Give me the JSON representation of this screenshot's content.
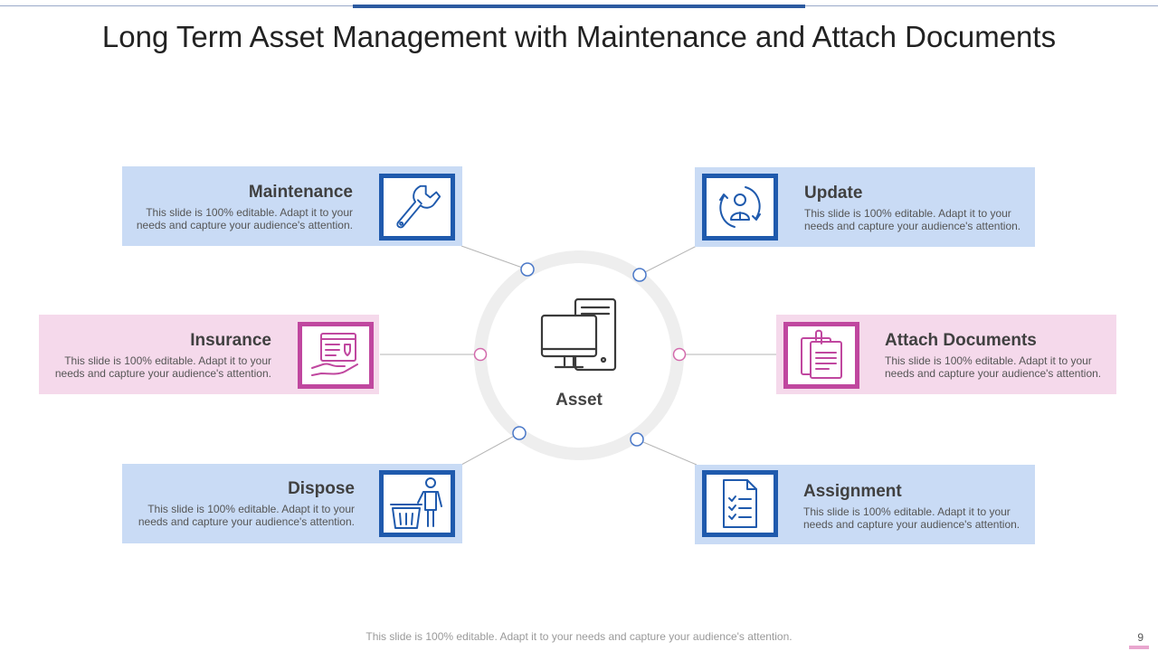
{
  "title": "Long Term Asset Management with Maintenance and Attach Documents",
  "center": {
    "label": "Asset",
    "icon": "computer-icon"
  },
  "items": [
    {
      "id": "maintenance",
      "heading": "Maintenance",
      "desc": "This slide is 100% editable. Adapt it to your needs and capture your audience's attention.",
      "icon": "wrench-icon",
      "color": "blue"
    },
    {
      "id": "update",
      "heading": "Update",
      "desc": "This slide is 100% editable. Adapt it to your needs and capture your audience's attention.",
      "icon": "user-refresh-icon",
      "color": "blue"
    },
    {
      "id": "insurance",
      "heading": "Insurance",
      "desc": "This slide is 100% editable. Adapt it to your needs and capture your audience's attention.",
      "icon": "hand-document-icon",
      "color": "pink"
    },
    {
      "id": "attach-documents",
      "heading": "Attach Documents",
      "desc": "This slide is 100% editable. Adapt it to your needs and capture your audience's attention.",
      "icon": "clipped-documents-icon",
      "color": "pink"
    },
    {
      "id": "dispose",
      "heading": "Dispose",
      "desc": "This slide is 100% editable. Adapt it to your needs and capture your audience's attention.",
      "icon": "trash-person-icon",
      "color": "blue"
    },
    {
      "id": "assignment",
      "heading": "Assignment",
      "desc": "This slide is 100% editable. Adapt it to your needs and capture your audience's attention.",
      "icon": "checklist-icon",
      "color": "blue"
    }
  ],
  "footer": "This slide is 100% editable. Adapt it to your needs and capture your audience's attention.",
  "page_number": "9",
  "colors": {
    "blue_card": "#c9dbf5",
    "pink_card": "#f5d9eb",
    "blue_accent": "#1f5aad",
    "pink_accent": "#c0479f",
    "ring": "#eeeeee"
  }
}
